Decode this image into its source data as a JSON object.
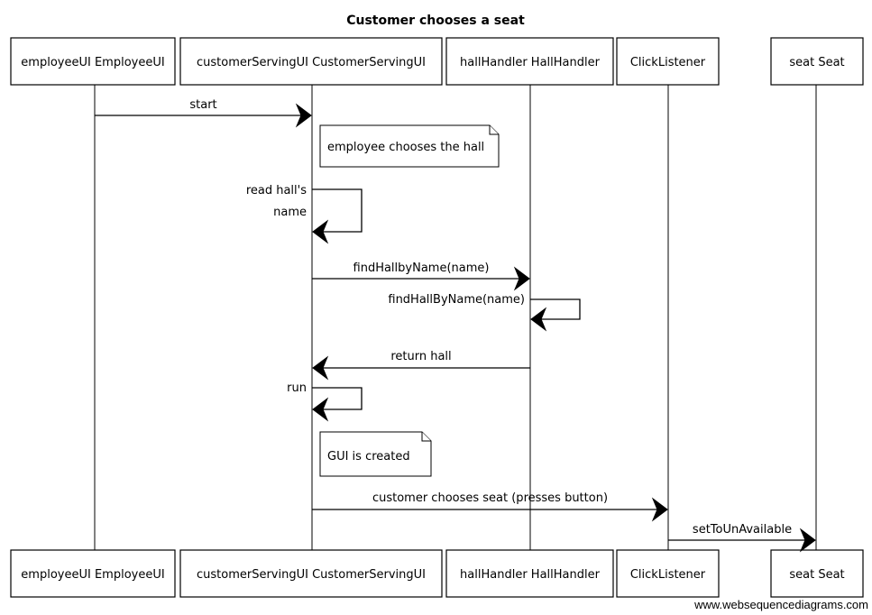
{
  "title": "Customer chooses a seat",
  "participants": [
    {
      "id": "employeeUI",
      "label": "employeeUI EmployeeUI"
    },
    {
      "id": "customerServingUI",
      "label": "customerServingUI CustomerServingUI"
    },
    {
      "id": "hallHandler",
      "label": "hallHandler HallHandler"
    },
    {
      "id": "clickListener",
      "label": "ClickListener"
    },
    {
      "id": "seat",
      "label": "seat Seat"
    }
  ],
  "messages": [
    {
      "from": "employeeUI",
      "to": "customerServingUI",
      "lines": [
        "start"
      ]
    },
    {
      "note_on": "customerServingUI",
      "lines": [
        "employee chooses the hall"
      ]
    },
    {
      "from": "customerServingUI",
      "to": "customerServingUI",
      "lines": [
        "read hall's",
        "name"
      ]
    },
    {
      "from": "customerServingUI",
      "to": "hallHandler",
      "lines": [
        "findHallbyName(name)"
      ]
    },
    {
      "from": "hallHandler",
      "to": "hallHandler",
      "lines": [
        "findHallByName(name)"
      ]
    },
    {
      "from": "hallHandler",
      "to": "customerServingUI",
      "lines": [
        "return hall"
      ]
    },
    {
      "from": "customerServingUI",
      "to": "customerServingUI",
      "lines": [
        "run"
      ]
    },
    {
      "note_on": "customerServingUI",
      "lines": [
        "GUI is created"
      ]
    },
    {
      "from": "customerServingUI",
      "to": "clickListener",
      "lines": [
        "customer chooses seat (presses button)"
      ]
    },
    {
      "from": "clickListener",
      "to": "seat",
      "lines": [
        "setToUnAvailable"
      ]
    }
  ],
  "footer": "www.websequencediagrams.com"
}
